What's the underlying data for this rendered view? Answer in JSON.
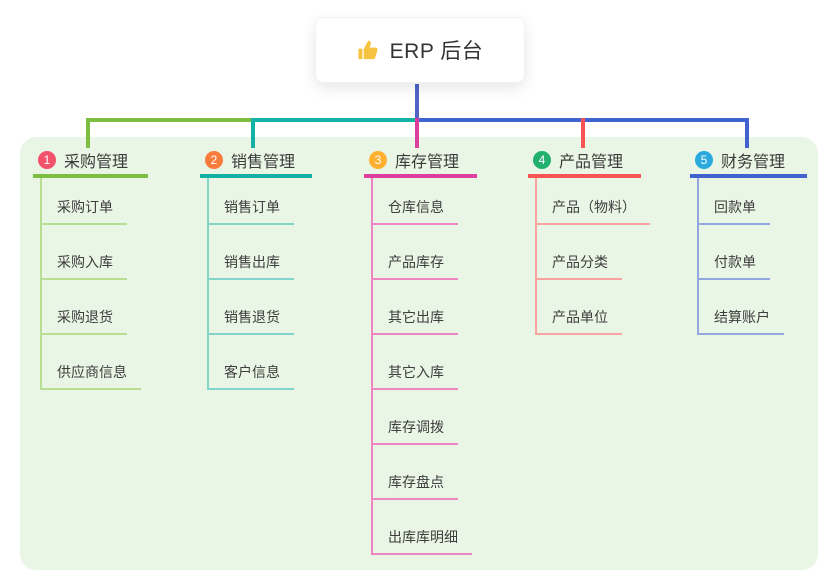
{
  "root": {
    "title": "ERP 后台",
    "icon": "thumbs-up-icon"
  },
  "colors": {
    "panel_bg": "#eaf6e5",
    "root_connector": "#5064c8",
    "text": "#3c3c3c",
    "root_title": "#333333"
  },
  "branches": [
    {
      "number": "1",
      "title": "采购管理",
      "badge_color": "#f4516c",
      "line_color": "#7dbe41",
      "sub_line_color": "#b9dd92",
      "children": [
        "采购订单",
        "采购入库",
        "采购退货",
        "供应商信息"
      ]
    },
    {
      "number": "2",
      "title": "销售管理",
      "badge_color": "#f97c3d",
      "line_color": "#13b2a5",
      "sub_line_color": "#83d5cc",
      "children": [
        "销售订单",
        "销售出库",
        "销售退货",
        "客户信息"
      ]
    },
    {
      "number": "3",
      "title": "库存管理",
      "badge_color": "#ffb031",
      "line_color": "#dc3f9d",
      "sub_line_color": "#ee86c4",
      "children": [
        "仓库信息",
        "产品库存",
        "其它出库",
        "其它入库",
        "库存调拨",
        "库存盘点",
        "出库库明细"
      ]
    },
    {
      "number": "4",
      "title": "产品管理",
      "badge_color": "#22b06e",
      "line_color": "#fa5355",
      "sub_line_color": "#fba3a1",
      "children": [
        "产品（物料）",
        "产品分类",
        "产品单位"
      ]
    },
    {
      "number": "5",
      "title": "财务管理",
      "badge_color": "#29a9dc",
      "line_color": "#4263cf",
      "sub_line_color": "#93a7e0",
      "children": [
        "回款单",
        "付款单",
        "结算账户"
      ]
    }
  ]
}
